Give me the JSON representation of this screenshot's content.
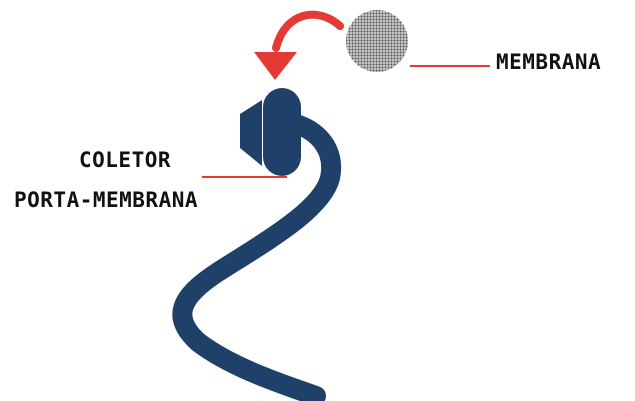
{
  "labels": {
    "membrana": "MEMBRANA",
    "coletor_line1": "COLETOR",
    "coletor_line2": "PORTA-MEMBRANA"
  },
  "colors": {
    "tube": "#1f4068",
    "arrow": "#e53935",
    "leader_line": "#e53935",
    "membrane": "#9a9a9a",
    "text": "#111111"
  },
  "icons": {
    "membrane": "membrane-disc-icon",
    "arrow": "curved-arrow-icon",
    "collector": "collector-icon"
  }
}
